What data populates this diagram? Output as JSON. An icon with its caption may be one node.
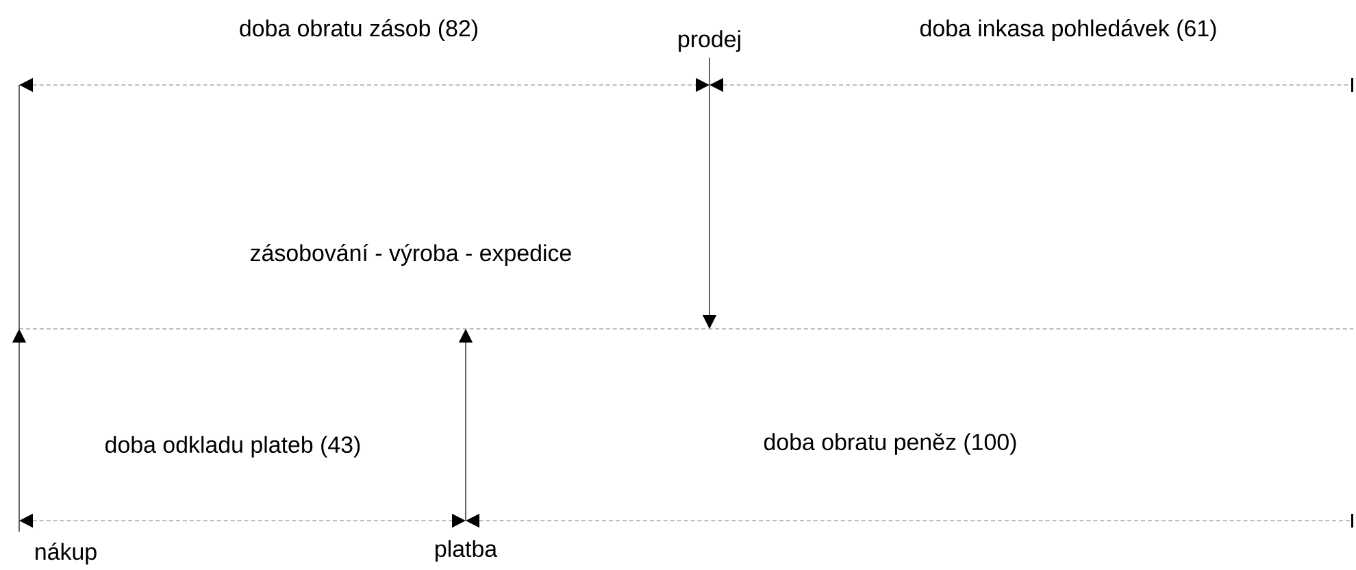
{
  "diagram": {
    "labels": [
      "doba obratu zásob (82)",
      "prodej",
      "doba inkasa pohledávek (61)",
      "zásobování - výroba - expedice",
      "doba odkladu plateb (43)",
      "doba obratu peněz (100)",
      "nákup",
      "platba"
    ]
  }
}
